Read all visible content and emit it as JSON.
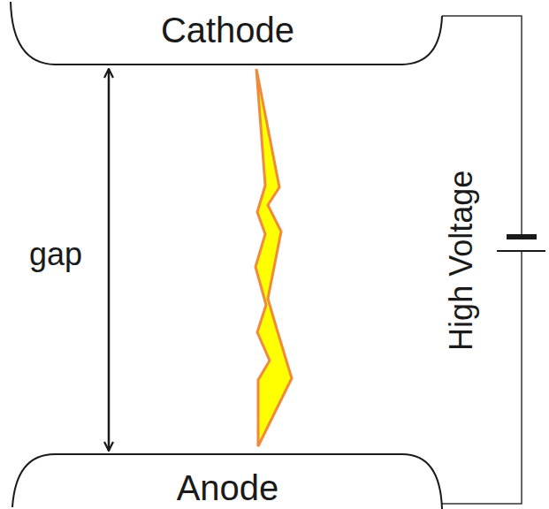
{
  "diagram": {
    "nodes": [
      {
        "text": [
          "Cathode"
        ]
      },
      {
        "text": [
          "Anode"
        ]
      }
    ],
    "edges": [
      {
        "from": 0,
        "to": 1,
        "arrow": "both",
        "label": "gap"
      }
    ],
    "labels": [
      "High Voltage"
    ]
  }
}
